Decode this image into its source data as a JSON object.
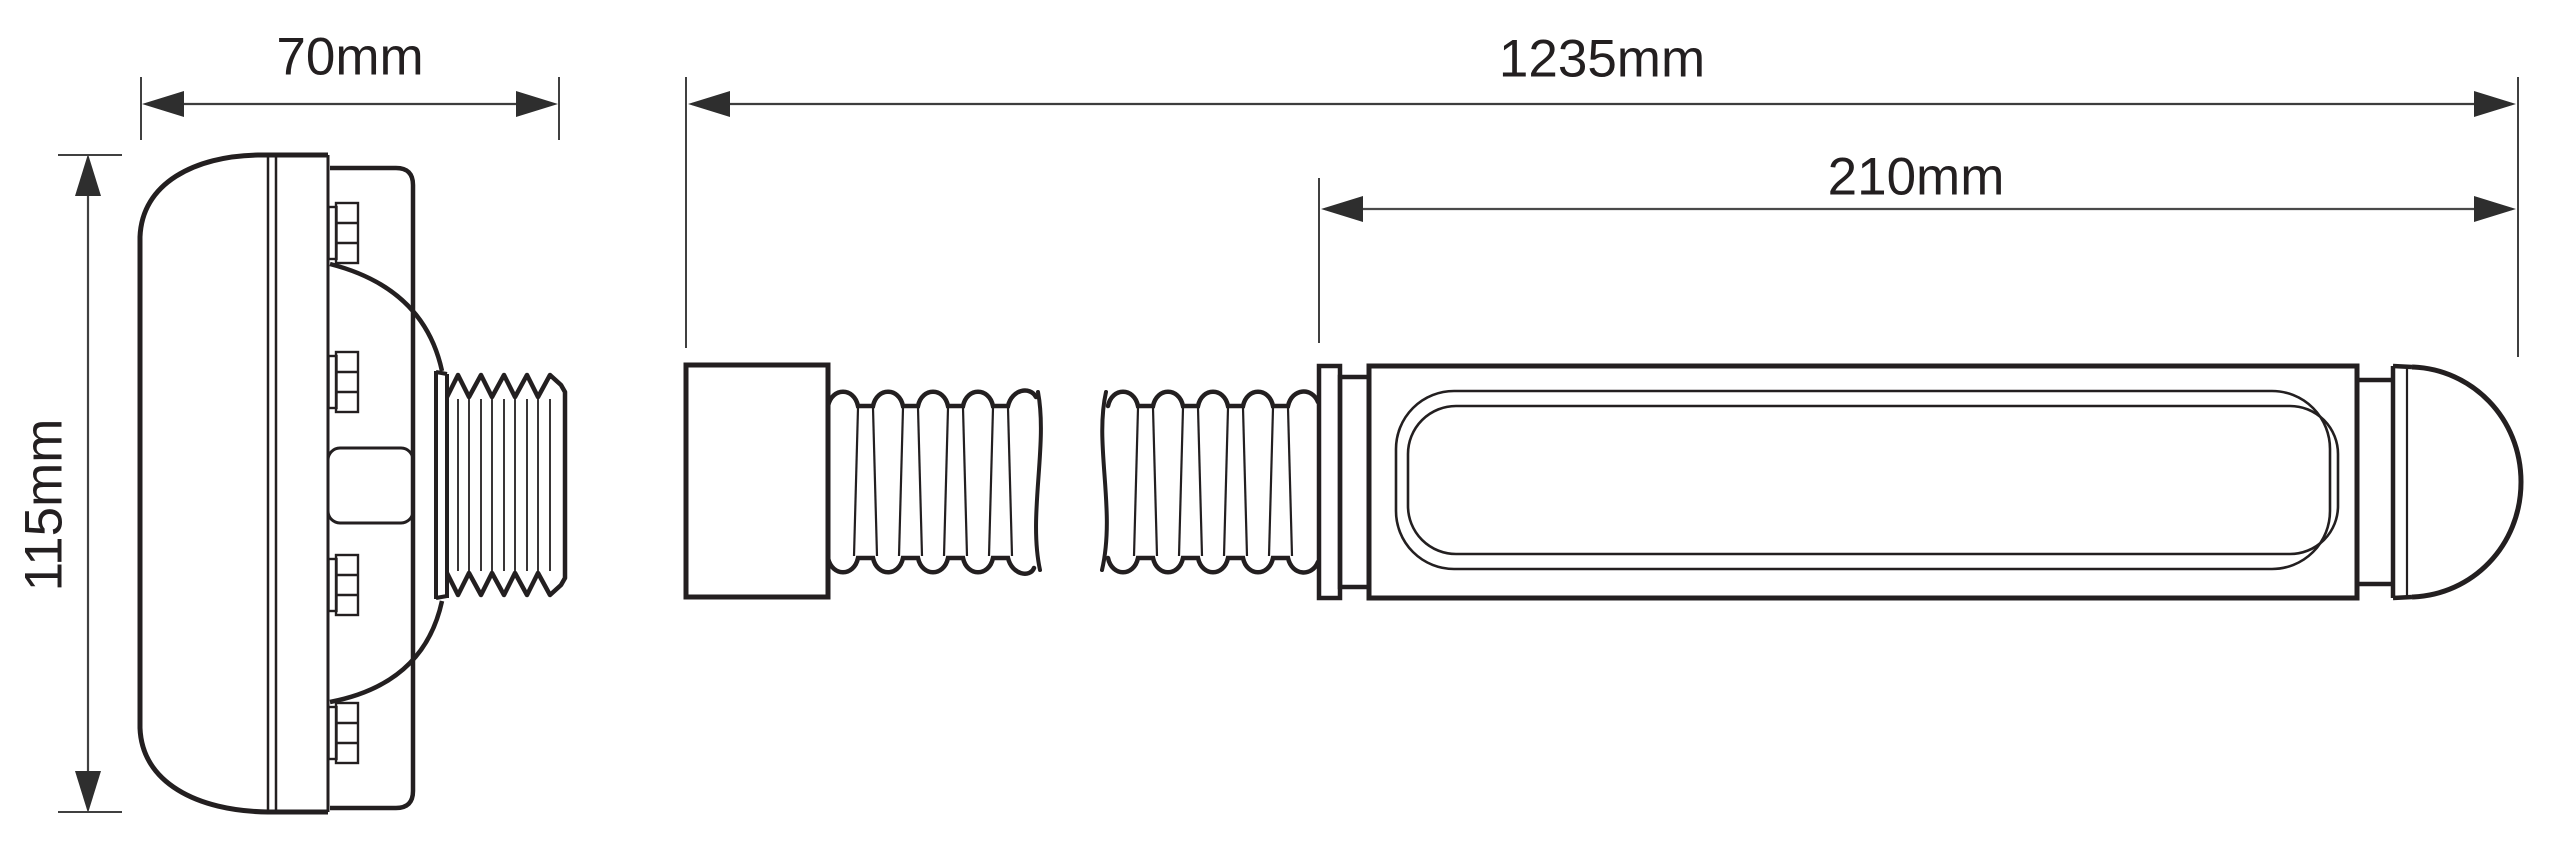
{
  "diagram": {
    "type": "technical-dimension-drawing",
    "subject": "plug-in lamp with E27 screw adapter, flexible conduit and linear SOX lamp tube",
    "background_color": "#ffffff",
    "outline_color": "#231f20",
    "dimension_line_color": "#404040",
    "dimensions": {
      "adapter_depth": "70mm",
      "adapter_height": "115mm",
      "total_length": "1235mm",
      "tube_section_length": "210mm"
    }
  }
}
